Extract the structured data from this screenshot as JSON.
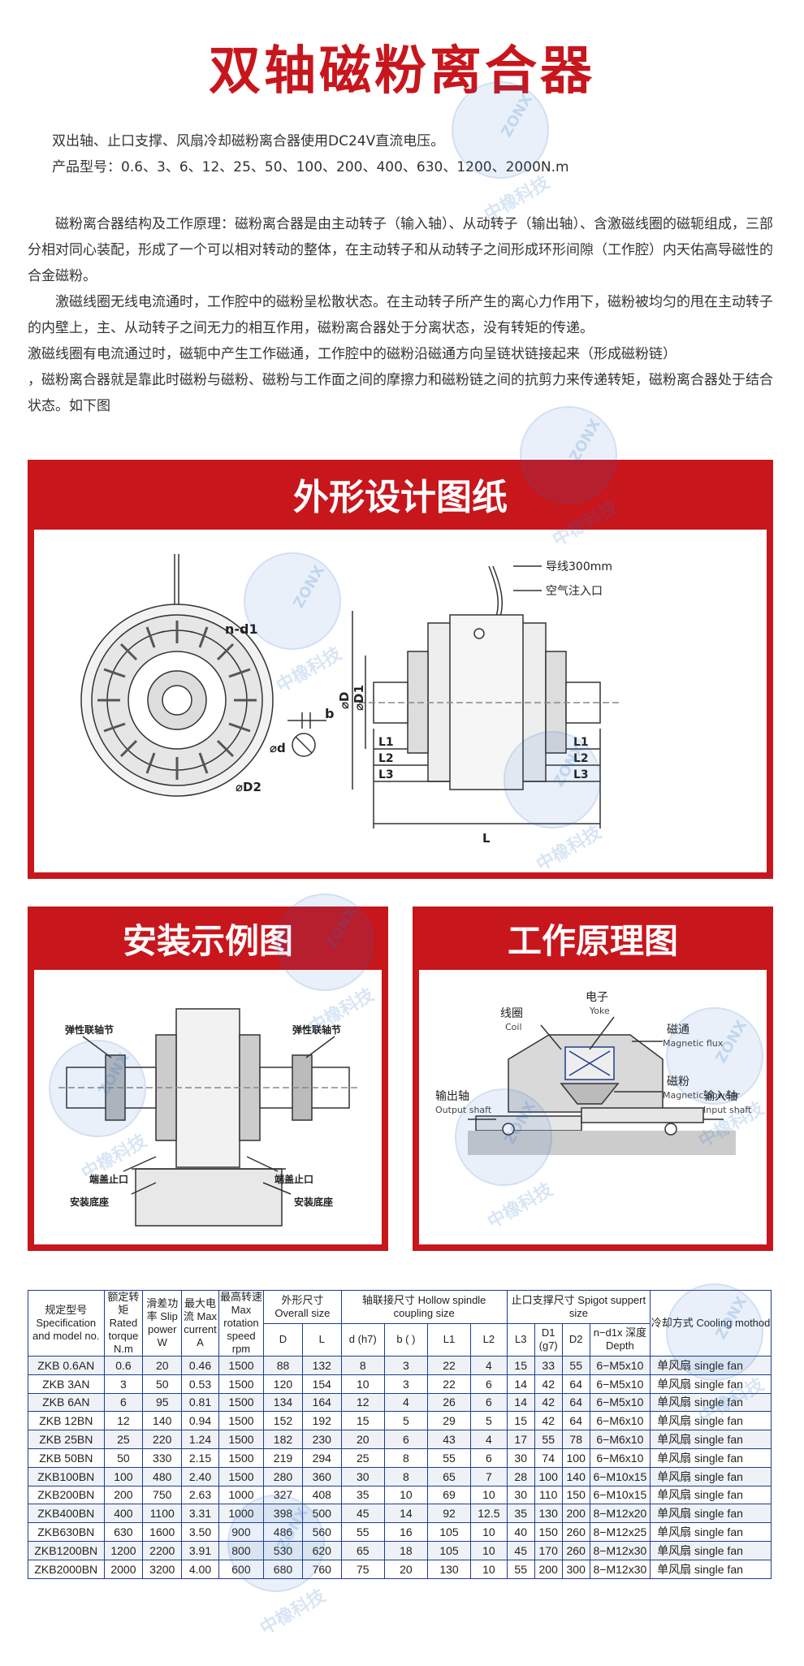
{
  "title": "双轴磁粉离合器",
  "intro": {
    "line1": "双出轴、止口支撑、风扇冷却磁粉离合器使用DC24V直流电压。",
    "line2": "产品型号：0.6、3、6、12、25、50、100、200、400、630、1200、2000N.m"
  },
  "description": [
    "磁粉离合器结构及工作原理：磁粉离合器是由主动转子（输入轴）、从动转子（输出轴）、含激磁线圈的磁轭组成，三部分相对同心装配，形成了一个可以相对转动的整体，在主动转子和从动转子之间形成环形间隙（工作腔）内天佑高导磁性的合金磁粉。",
    "激磁线圈无线电流通时，工作腔中的磁粉呈松散状态。在主动转子所产生的离心力作用下，磁粉被均匀的甩在主动转子的内壁上，主、从动转子之间无力的相互作用，磁粉离合器处于分离状态，没有转矩的传递。",
    "激磁线圈有电流通过时，磁轭中产生工作磁通，工作腔中的磁粉沿磁通方向呈链状链接起来（形成磁粉链）",
    "，磁粉离合器就是靠此时磁粉与磁粉、磁粉与工作面之间的摩擦力和磁粉链之间的抗剪力来传递转矩，磁粉离合器处于结合状态。如下图"
  ],
  "sections": {
    "design": {
      "title": "外形设计图纸",
      "labels": {
        "nd1": "n-d1",
        "b": "b",
        "d": "⌀d",
        "D2": "⌀D2",
        "wire": "导线300mm",
        "air": "空气注入口",
        "D": "⌀D",
        "D1": "⌀D1",
        "L1": "L1",
        "L2": "L2",
        "L3": "L3",
        "L": "L"
      }
    },
    "install": {
      "title": "安装示例图",
      "labels": {
        "coupling_left": "弹性联轴节",
        "coupling_right": "弹性联轴节",
        "spigot": "端盖止口",
        "base_left": "安装底座",
        "base_right": "安装底座"
      }
    },
    "principle": {
      "title": "工作原理图",
      "labels": {
        "yoke_cn": "电子",
        "yoke_en": "Yoke",
        "coil_cn": "线圈",
        "coil_en": "Coil",
        "flux_cn": "磁通",
        "flux_en": "Magnetic flux",
        "powder_cn": "磁粉",
        "powder_en": "Magnetic powder",
        "output_cn": "输出轴",
        "output_en": "Output shaft",
        "input_cn": "输入轴",
        "input_en": "Input shaft"
      }
    }
  },
  "watermark": {
    "cn": "中橡科技",
    "en": "ZONX"
  },
  "table": {
    "headers": {
      "model": "规定型号 Specification and model no.",
      "torque": "额定转矩 Rated torque N.m",
      "slip": "滑差功率 Slip power W",
      "current": "最大电流 Max current A",
      "speed": "最高转速 Max rotation speed rpm",
      "overall": "外形尺寸 Overall size",
      "hollow": "轴联接尺寸 Hollow spindle coupling size",
      "spigot": "止口支撑尺寸 Spigot suppert size",
      "cooling": "冷却方式 Cooling mothod",
      "D": "D",
      "L": "L",
      "d": "d (h7)",
      "b": "b ( )",
      "L1": "L1",
      "L2": "L2",
      "L3": "L3",
      "D1": "D1 (g7)",
      "D2": "D2",
      "nd1": "n−d1x 深度Depth"
    },
    "rows": [
      [
        "ZKB 0.6AN",
        "0.6",
        "20",
        "0.46",
        "1500",
        "88",
        "132",
        "8",
        "3",
        "22",
        "4",
        "15",
        "33",
        "55",
        "6−M5x10",
        "单风扇 single fan"
      ],
      [
        "ZKB  3AN",
        "3",
        "50",
        "0.53",
        "1500",
        "120",
        "154",
        "10",
        "3",
        "22",
        "6",
        "14",
        "42",
        "64",
        "6−M5x10",
        "单风扇 single fan"
      ],
      [
        "ZKB  6AN",
        "6",
        "95",
        "0.81",
        "1500",
        "134",
        "164",
        "12",
        "4",
        "26",
        "6",
        "14",
        "42",
        "64",
        "6−M5x10",
        "单风扇 single fan"
      ],
      [
        "ZKB 12BN",
        "12",
        "140",
        "0.94",
        "1500",
        "152",
        "192",
        "15",
        "5",
        "29",
        "5",
        "15",
        "42",
        "64",
        "6−M6x10",
        "单风扇 single fan"
      ],
      [
        "ZKB 25BN",
        "25",
        "220",
        "1.24",
        "1500",
        "182",
        "230",
        "20",
        "6",
        "43",
        "4",
        "17",
        "55",
        "78",
        "6−M6x10",
        "单风扇 single fan"
      ],
      [
        "ZKB 50BN",
        "50",
        "330",
        "2.15",
        "1500",
        "219",
        "294",
        "25",
        "8",
        "55",
        "6",
        "30",
        "74",
        "100",
        "6−M6x10",
        "单风扇 single fan"
      ],
      [
        "ZKB100BN",
        "100",
        "480",
        "2.40",
        "1500",
        "280",
        "360",
        "30",
        "8",
        "65",
        "7",
        "28",
        "100",
        "140",
        "6−M10x15",
        "单风扇 single fan"
      ],
      [
        "ZKB200BN",
        "200",
        "750",
        "2.63",
        "1000",
        "327",
        "408",
        "35",
        "10",
        "69",
        "10",
        "30",
        "110",
        "150",
        "6−M10x15",
        "单风扇 single fan"
      ],
      [
        "ZKB400BN",
        "400",
        "1100",
        "3.31",
        "1000",
        "398",
        "500",
        "45",
        "14",
        "92",
        "12.5",
        "35",
        "130",
        "200",
        "8−M12x20",
        "单风扇 single fan"
      ],
      [
        "ZKB630BN",
        "630",
        "1600",
        "3.50",
        "900",
        "486",
        "560",
        "55",
        "16",
        "105",
        "10",
        "40",
        "150",
        "260",
        "8−M12x25",
        "单风扇 single fan"
      ],
      [
        "ZKB1200BN",
        "1200",
        "2200",
        "3.91",
        "800",
        "530",
        "620",
        "65",
        "18",
        "105",
        "10",
        "45",
        "170",
        "260",
        "8−M12x30",
        "单风扇 single fan"
      ],
      [
        "ZKB2000BN",
        "2000",
        "3200",
        "4.00",
        "600",
        "680",
        "760",
        "75",
        "20",
        "130",
        "10",
        "55",
        "200",
        "300",
        "8−M12x30",
        "单风扇 single fan"
      ]
    ]
  },
  "colors": {
    "accent": "#c8161d",
    "table_border": "#1e3d8f"
  }
}
